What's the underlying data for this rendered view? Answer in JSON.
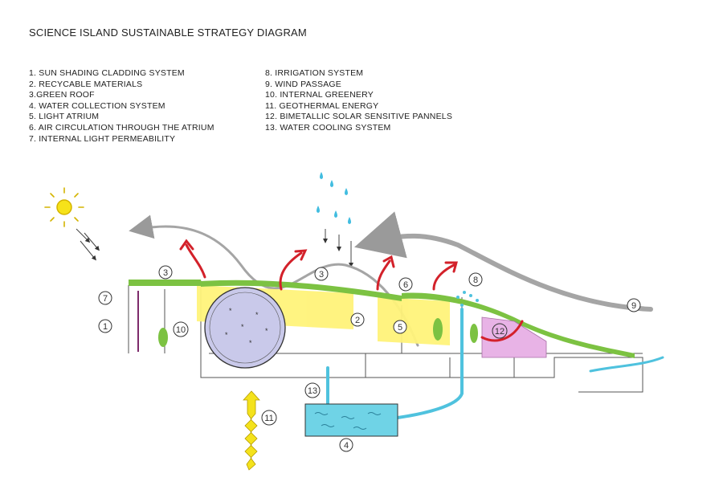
{
  "title": "SCIENCE ISLAND SUSTAINABLE STRATEGY DIAGRAM",
  "legend_left": [
    "1. SUN SHADING CLADDING SYSTEM",
    "2. RECYCABLE MATERIALS",
    "3.GREEN ROOF",
    "4. WATER COLLECTION SYSTEM",
    "5. LIGHT ATRIUM",
    "6. AIR CIRCULATION THROUGH THE ATRIUM",
    "7. INTERNAL LIGHT PERMEABILITY"
  ],
  "legend_right": [
    "8. IRRIGATION SYSTEM",
    "9. WIND PASSAGE",
    "10. INTERNAL GREENERY",
    "11. GEOTHERMAL ENERGY",
    "12. BIMETALLIC SOLAR SENSITIVE PANNELS",
    "13. WATER COOLING SYSTEM"
  ],
  "markers": {
    "m1": "1",
    "m2": "2",
    "m3a": "3",
    "m3b": "3",
    "m4": "4",
    "m5": "5",
    "m6": "6",
    "m7": "7",
    "m8": "8",
    "m9": "9",
    "m10": "10",
    "m11": "11",
    "m12": "12",
    "m13": "13"
  },
  "colors": {
    "green_roof": "#7cc242",
    "light_atrium": "#fff37a",
    "water": "#6fd3e6",
    "air": "#d3212a",
    "wind": "#9a9a9a",
    "geothermal": "#f4e21c",
    "solar_panels": "#e8b3e6",
    "sphere": "#c9c9ea"
  }
}
